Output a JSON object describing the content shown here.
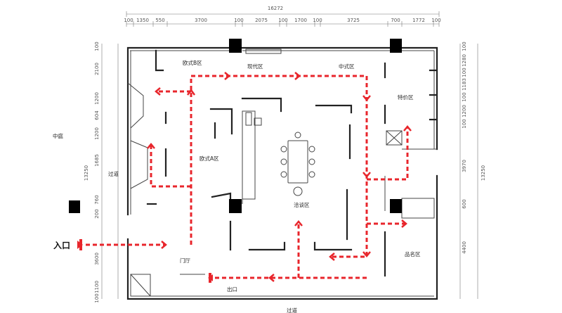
{
  "dimensions": {
    "total_width": "16272",
    "top_segments": [
      "100",
      "1350",
      "550",
      "3700",
      "100",
      "2075",
      "100",
      "1700",
      "100",
      "3725",
      "700",
      "1772",
      "100"
    ],
    "left_segments": [
      "100",
      "2100",
      "1200",
      "604",
      "1200",
      "1685",
      "13250",
      "760",
      "200",
      "3600",
      "1100",
      "100"
    ],
    "right_segments": [
      "100",
      "1280",
      "100",
      "1183",
      "100",
      "1200",
      "100",
      "3970",
      "600",
      "4400"
    ],
    "right_total": "13250"
  },
  "labels": {
    "courtyard": "中庭",
    "corridor_left": "过道",
    "corridor_bottom": "过道",
    "entrance": "入口",
    "exit": "出口",
    "foyer": "门厅",
    "euro_b": "欧式B区",
    "modern": "现代区",
    "chinese": "中式区",
    "special": "特价区",
    "euro_a": "欧式A区",
    "negotiation": "洽谈区",
    "brand": "品名区"
  },
  "colors": {
    "route": "#e8262c",
    "wall": "#222222",
    "column": "#000000"
  }
}
